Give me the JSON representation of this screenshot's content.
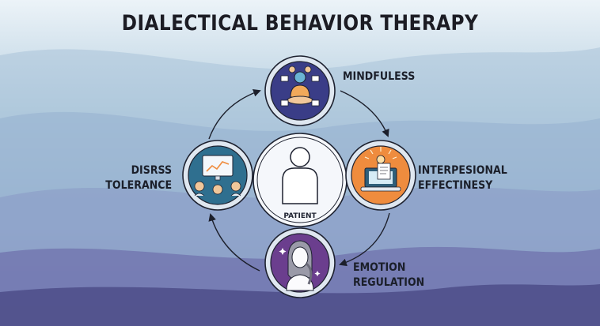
{
  "title": "DIALECTICAL BEHAVIOR THERAPY",
  "center": {
    "label": "PATIENT",
    "icon": "person-silhouette-icon"
  },
  "nodes": [
    {
      "key": "mindfulness",
      "lines": [
        "MINDFULESS"
      ],
      "icon": "meditation-icon",
      "color": "#3a3d87"
    },
    {
      "key": "interpersonal",
      "lines": [
        "INTERPESIONAL",
        "EFFECTINESY"
      ],
      "icon": "laptop-document-icon",
      "color": "#ef8c3e"
    },
    {
      "key": "emotion",
      "lines": [
        "EMOTION",
        "REGULATION"
      ],
      "icon": "woman-portrait-icon",
      "color": "#6b3e8e"
    },
    {
      "key": "distress",
      "lines": [
        "DISRSS",
        "TOLERANCE"
      ],
      "icon": "chart-monitor-icon",
      "color": "#2f6f8f"
    }
  ],
  "edges": [
    {
      "from": "mindfulness",
      "to": "interpersonal"
    },
    {
      "from": "interpersonal",
      "to": "emotion"
    },
    {
      "from": "emotion",
      "to": "distress"
    },
    {
      "from": "distress",
      "to": "mindfulness"
    }
  ]
}
